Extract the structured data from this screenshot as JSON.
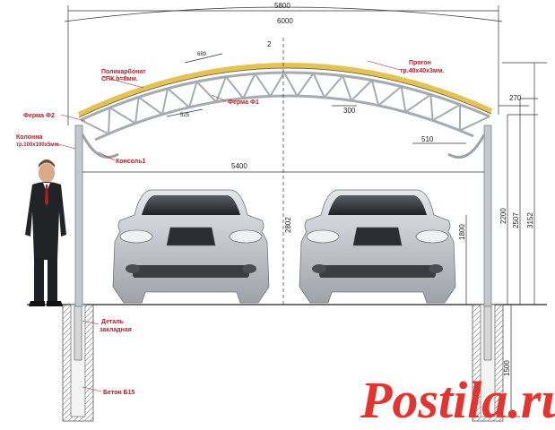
{
  "dimensions": {
    "overall_width": "5800",
    "arch_span": "6000",
    "rise": "2",
    "truss_panel_top": "689",
    "truss_panel_bottom": "525",
    "truss_depth": "300",
    "overhang": "270",
    "console_offset": "510",
    "column_span": "5400",
    "column_height": "2802",
    "height_1800": "1800",
    "height_2200": "2200",
    "height_2507": "2507",
    "height_3152": "3152",
    "foundation_depth": "1500"
  },
  "labels": {
    "polycarbonate_1": "Поликарбонат",
    "polycarbonate_2": "СПК h=8мм.",
    "truss_f2": "Ферма Ф2",
    "truss_f1": "Ферма Ф1",
    "purlin_1": "Прогон",
    "purlin_2": "тр.40х40х3мм.",
    "column_1": "Колонна",
    "column_2": "тр.100х100х5мм.",
    "console": "Консоль1",
    "embed_1": "Деталь",
    "embed_2": "закладная",
    "concrete": "Бетон Б15"
  },
  "watermark": "Postila.ru",
  "colors": {
    "polycarbonate": "#e2c35a",
    "label_red": "#b0202a",
    "watermark": "#e3342f",
    "steel": "#b9bec4",
    "car_body": "#c9ccd0"
  }
}
